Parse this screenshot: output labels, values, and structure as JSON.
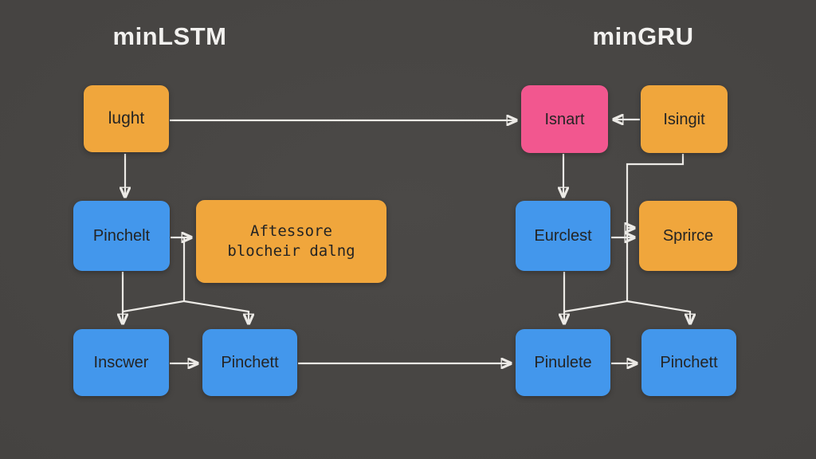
{
  "titles": {
    "left": "minLSTM",
    "right": "minGRU"
  },
  "colors": {
    "background": "#454341",
    "orange": "#f0a63c",
    "blue": "#4397ec",
    "pink": "#f2578f",
    "line": "#eceae6",
    "title_text": "#f2f1ef",
    "node_text": "#242424"
  },
  "nodes": {
    "lught": {
      "label": "lught",
      "color": "#f0a63c"
    },
    "pinchelt": {
      "label": "Pinchelt",
      "color": "#4397ec"
    },
    "aftessore": {
      "line1": "Aftessore",
      "line2": "blocheir dalng",
      "color": "#f0a63c"
    },
    "inscwer": {
      "label": "Inscwer",
      "color": "#4397ec"
    },
    "pinchett_left": {
      "label": "Pinchett",
      "color": "#4397ec"
    },
    "isnart": {
      "label": "Isnart",
      "color": "#f2578f"
    },
    "isingit": {
      "label": "Isingit",
      "color": "#f0a63c"
    },
    "eurclest": {
      "label": "Eurclest",
      "color": "#4397ec"
    },
    "sprirce": {
      "label": "Sprirce",
      "color": "#f0a63c"
    },
    "pinulete": {
      "label": "Pinulete",
      "color": "#4397ec"
    },
    "pinchett_right": {
      "label": "Pinchett",
      "color": "#4397ec"
    }
  },
  "edges": [
    {
      "from": "lught",
      "to": "pinchelt"
    },
    {
      "from": "lught",
      "to": "isnart"
    },
    {
      "from": "pinchelt",
      "to": "aftessore"
    },
    {
      "from": "pinchelt",
      "to": "inscwer"
    },
    {
      "from": "pinchelt",
      "to": "pinchett_left"
    },
    {
      "from": "inscwer",
      "to": "pinchett_left"
    },
    {
      "from": "pinchett_left",
      "to": "pinulete"
    },
    {
      "from": "isingit",
      "to": "isnart"
    },
    {
      "from": "isnart",
      "to": "eurclest"
    },
    {
      "from": "isingit",
      "to": "sprirce"
    },
    {
      "from": "eurclest",
      "to": "sprirce"
    },
    {
      "from": "isingit",
      "to": "pinulete"
    },
    {
      "from": "isingit",
      "to": "pinchett_right"
    },
    {
      "from": "eurclest",
      "to": "pinulete"
    },
    {
      "from": "pinulete",
      "to": "pinchett_right"
    }
  ]
}
